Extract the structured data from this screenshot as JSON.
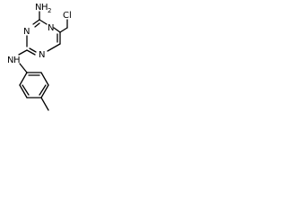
{
  "molecule": {
    "labels": {
      "amine_n": "N",
      "amine_h": "H",
      "amine_sub": "2",
      "ring_n_top": "N",
      "ring_n_left": "N",
      "ring_n_bottom": "N",
      "chlorine": "Cl",
      "anilino_n": "N",
      "anilino_h": "H"
    }
  }
}
